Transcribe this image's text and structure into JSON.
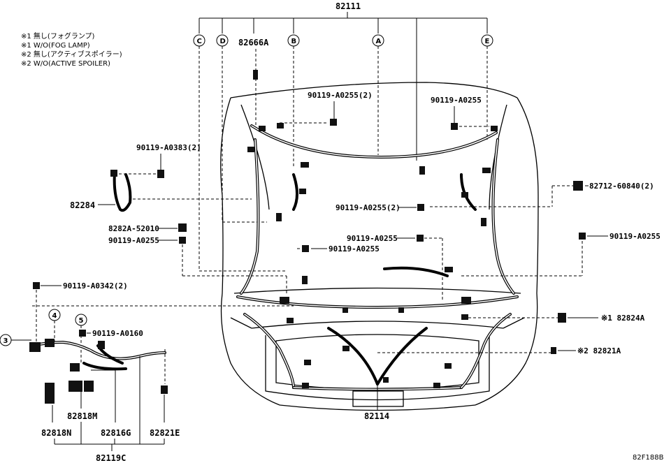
{
  "notes": [
    "※1 無し(フォグランプ)",
    "※1 W/O(FOG LAMP)",
    "※2 無し(アクティブスポイラー)",
    "※2 W/O(ACTIVE SPOILER)"
  ],
  "callouts": {
    "A": "A",
    "B": "B",
    "C": "C",
    "D": "D",
    "E": "E",
    "n3": "3",
    "n4": "4",
    "n5": "5"
  },
  "parts": {
    "p82111": "82111",
    "p82666A": "82666A",
    "p90119_A0255_2_top": "90119-A0255(2)",
    "p90119_A0255_top_right": "90119-A0255",
    "p90119_A0383_2": "90119-A0383(2)",
    "p82712_60840_2": "82712-60840(2)",
    "p82284": "82284",
    "p90119_A0255_2_mid": "90119-A0255(2)",
    "p8282A_52010": "8282A-52010",
    "p90119_A0255_left": "90119-A0255",
    "p90119_A0255_center": "90119-A0255",
    "p90119_A0255_center2": "90119-A0255",
    "p90119_A0255_right": "90119-A0255",
    "p90119_A0342_2": "90119-A0342(2)",
    "p82824A": "※1 82824A",
    "p90119_A0160": "90119-A0160",
    "p82821A": "※2 82821A",
    "p82818M": "82818M",
    "p82818N": "82818N",
    "p82816G": "82816G",
    "p82821E": "82821E",
    "p82119C": "82119C",
    "p82114": "82114"
  },
  "figure_code": "82F188B"
}
